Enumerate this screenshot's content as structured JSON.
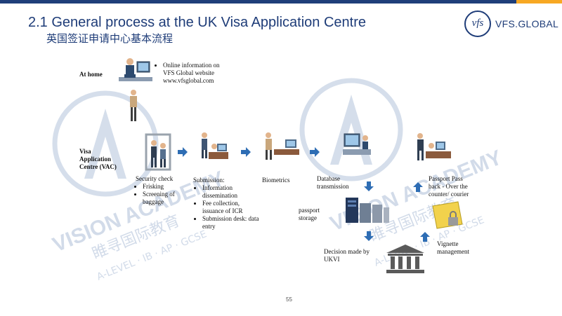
{
  "header": {
    "title_en": "2.1 General process at the UK Visa Application Centre",
    "title_zh": "英国签证申请中心基本流程"
  },
  "logo": {
    "mark": "vfs",
    "name": "VFS.GLOBAL"
  },
  "watermark": {
    "brand": "VISION ACADEMY",
    "chinese": "睢寻国际教育",
    "subtitle": "A-LEVEL · IB · AP · GCSE"
  },
  "steps": {
    "at_home": {
      "label": "At home",
      "info": [
        "Online information on",
        "VFS Global website",
        "www.vfsglobal.com"
      ]
    },
    "vac": {
      "label_lines": [
        "Visa",
        "Application",
        "Centre (VAC)"
      ]
    },
    "security": {
      "heading": "Security check",
      "items": [
        "Frisking",
        "Screening of baggage"
      ]
    },
    "submission": {
      "heading": "Submission:",
      "items": [
        "Information dissemination",
        "Fee collection, issuance of ICR",
        "Submission desk: data entry"
      ]
    },
    "biometrics": {
      "label": "Biometrics"
    },
    "database": {
      "label_lines": [
        "Database",
        "transmission"
      ]
    },
    "storage": {
      "label_lines": [
        "passport",
        "storage"
      ]
    },
    "decision": {
      "label_lines": [
        "Decision made by",
        "UKVI"
      ]
    },
    "vignette": {
      "label_lines": [
        "Vignette",
        "management"
      ]
    },
    "passback": {
      "label_lines": [
        "Passport Pass",
        "back - Over the",
        "counter/ courier"
      ]
    }
  },
  "footer": {
    "page_number": "55"
  },
  "colors": {
    "title": "#1e3c78",
    "arrow": "#2e6db4",
    "watermark": "#c7d3e4",
    "topbar": "#1f3f7a"
  }
}
